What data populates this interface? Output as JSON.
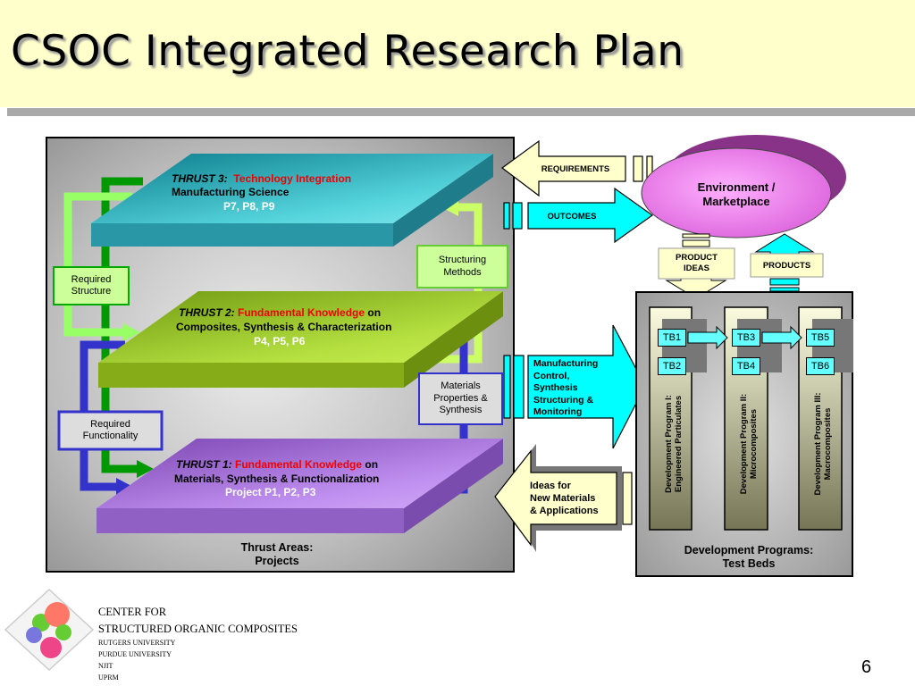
{
  "slide": {
    "title": "CSOC Integrated Research Plan",
    "page_number": "6"
  },
  "thrusts": {
    "t3": {
      "label": "THRUST 3:",
      "name": "Technology Integration",
      "line2": "Manufacturing Science",
      "line3": "P7, P8, P9"
    },
    "t2": {
      "label": "THRUST 2:",
      "name": "Fundamental Knowledge",
      "on": "on",
      "line2": "Composites, Synthesis & Characterization",
      "line3": "P4, P5, P6"
    },
    "t1": {
      "label": "THRUST 1:",
      "name": "Fundamental Knowledge",
      "on": "on",
      "line2": "Materials, Synthesis & Functionalization",
      "line3": "Project P1, P2, P3"
    }
  },
  "boxes": {
    "required_structure": "Required Structure",
    "required_functionality": "Required Functionality",
    "structuring_methods": "Structuring Methods",
    "materials_properties": "Materials Properties & Synthesis",
    "thrust_areas_line1": "Thrust Areas:",
    "thrust_areas_line2": "Projects"
  },
  "arrows": {
    "requirements": "REQUIREMENTS",
    "outcomes": "OUTCOMES",
    "manufacturing": [
      "Manufacturing",
      "Control,",
      "Synthesis",
      "Structuring &",
      "Monitoring"
    ],
    "ideas": [
      "Ideas for",
      "New Materials",
      "& Applications"
    ],
    "product_ideas": [
      "PRODUCT",
      "IDEAS"
    ],
    "products": "PRODUCTS"
  },
  "environment": {
    "line1": "Environment /",
    "line2": "Marketplace"
  },
  "dev_programs": {
    "footer_line1": "Development Programs:",
    "footer_line2": "Test Beds",
    "p1": {
      "line1": "Development Program I:",
      "line2": "Engineered Particulates"
    },
    "p2": {
      "line1": "Development Program II:",
      "line2": "Microcomposites"
    },
    "p3": {
      "line1": "Development Program III:",
      "line2": "Macrocomposites"
    },
    "testbeds": [
      "TB1",
      "TB2",
      "TB3",
      "TB4",
      "TB5",
      "TB6"
    ]
  },
  "logo": {
    "line1": "CENTER  FOR",
    "line2": "STRUCTURED ORGANIC COMPOSITES",
    "universities": [
      "RUTGERS UNIVERSITY",
      "PURDUE UNIVERSITY",
      "NJIT",
      "UPRM"
    ]
  },
  "colors": {
    "thrust3": "#33b3c3",
    "thrust2": "#8fbc1e",
    "thrust1": "#9966cc",
    "cyan_arrow": "#00ffff",
    "ideas_arrow": "#ffffcc",
    "env": "#ee88ee"
  }
}
